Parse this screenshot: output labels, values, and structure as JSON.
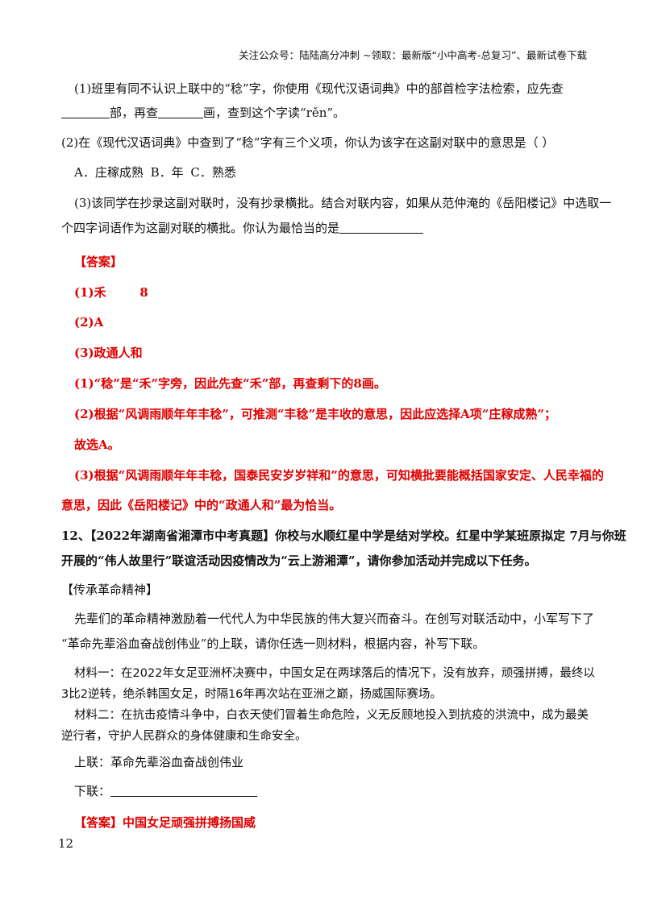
{
  "header": {
    "text": "关注公众号：陆陆高分冲刺 ~领取：最新版“小中高考-总复习”、最新试卷下载"
  },
  "q1": {
    "l1": "(1)班里有同不认识上联中的“稔”字，你使用《现代汉语词典》中的部首检字法检索，应先查",
    "l2a": "部，再查",
    "l2b": "画，查到这个字读“rěn”。"
  },
  "q2": {
    "l1": "(2)在《现代汉语词典》中查到了“稔”字有三个义项，你认为该字在这副对联中的意思是（        ）",
    "options": "A．庄稼成熟     B．年     C．熟悉"
  },
  "q3": {
    "l1": "(3)该同学在抄录这副对联时，没有抄录横批。结合对联内容，如果从范仲淹的《岳阳楼记》中选取一",
    "l2": "个四字词语作为这副对联的横批。你认为最恰当的是"
  },
  "answer1": {
    "label": "【答案】",
    "a1": "(1)禾        8",
    "a2": "(2)A",
    "a3": "(3)政通人和",
    "e1": "(1)“稔”是“禾”字旁，因此先查“禾”部，再查剩下的8画。",
    "e2": "(2)根据“风调雨顺年年丰稔”，可推测“丰稔”是丰收的意思，因此应选择A项“庄稼成熟”；",
    "e3": "故选A。",
    "e4a": "(3)根据“风调雨顺年年丰稔，国泰民安岁岁祥和”的意思，可知横批要能概括国家安定、人民幸福的",
    "e4b": "意思，因此《岳阳楼记》中的“政通人和”最为恰当。"
  },
  "q12": {
    "l1": "12、【2022年湖南省湘潭市中考真题】你校与水顺红星中学是结对学校。红星中学某班原拟定 7月与你班",
    "l2": "开展的“伟人故里行”联谊活动因疫情改为“云上游湘潭”，请你参加活动并完成以下任务。",
    "section": "【传承革命精神】",
    "p1": "先辈们的革命精神激励着一代代人为中华民族的伟大复兴而奋斗。在创写对联活动中，小军写下了",
    "p2": "“革命先辈浴血奋战创伟业”的上联，请你任选一则材料，根据内容，补写下联。",
    "m1a": "材料一：在2022年女足亚洲杯决赛中，中国女足在两球落后的情况下，没有放弃，顽强拼搏，最终以",
    "m1b": "3比2逆转，绝杀韩国女足，时隔16年再次站在亚洲之巅，扬威国际赛场。",
    "m2a": "材料二：在抗击疫情斗争中，白衣天使们冒着生命危险，义无反顾地投入到抗疫的洪流中，成为最美",
    "m2b": "逆行者，守护人民群众的身体健康和生命安全。",
    "upper": "上联：革命先辈浴血奋战创伟业",
    "lower": "下联：",
    "answer": "【答案】中国女足顽强拼搏扬国威"
  },
  "page_number": "12"
}
